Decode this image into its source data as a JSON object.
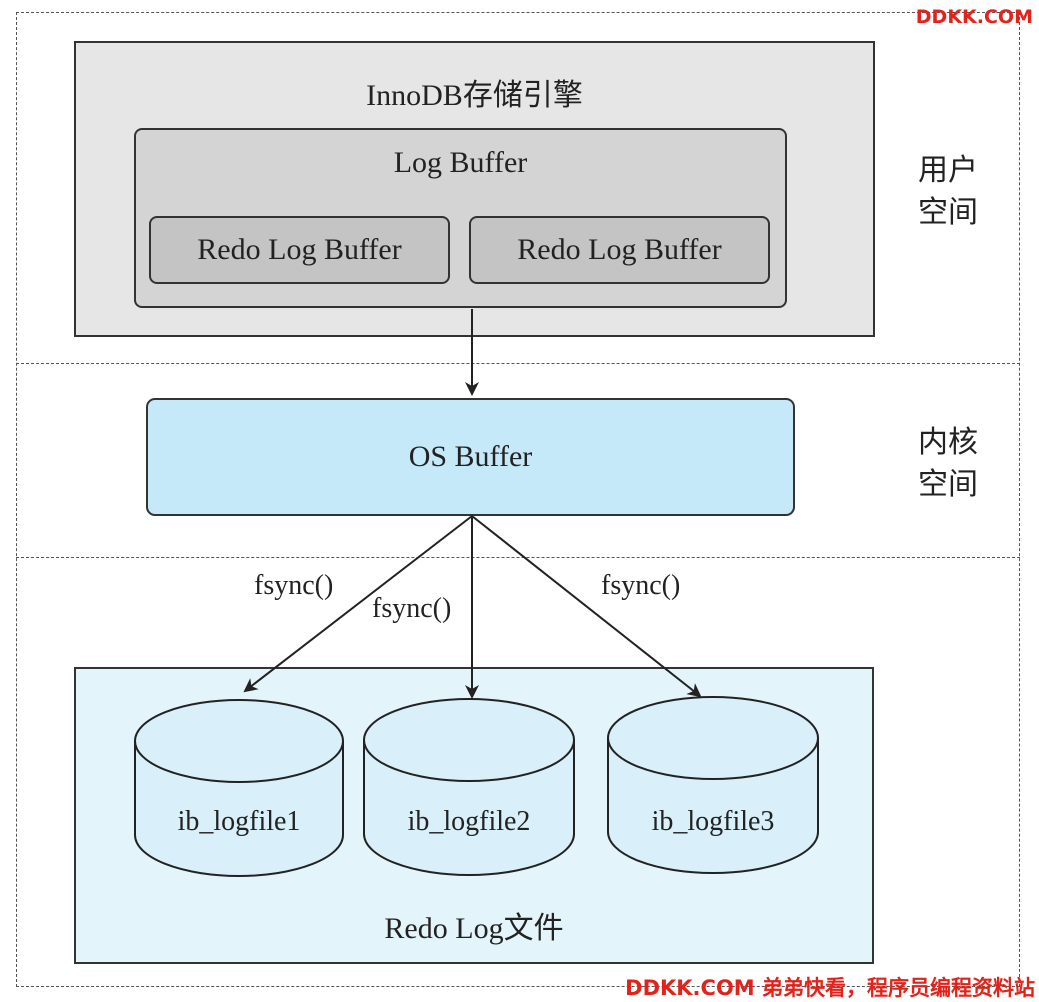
{
  "watermark_top": "DDKK.COM",
  "watermark_bottom": "DDKK.COM 弟弟快看，程序员编程资料站",
  "regions": {
    "user_space": "用户\n空间",
    "kernel_space": "内核\n空间"
  },
  "engine": {
    "title": "InnoDB存储引擎",
    "log_buffer": {
      "title": "Log Buffer",
      "items": [
        "Redo Log Buffer",
        "Redo Log Buffer"
      ]
    }
  },
  "os_buffer": "OS Buffer",
  "fsync": [
    "fsync()",
    "fsync()",
    "fsync()"
  ],
  "redo_log_files": {
    "title": "Redo Log文件",
    "files": [
      "ib_logfile1",
      "ib_logfile2",
      "ib_logfile3"
    ]
  },
  "colors": {
    "engine_bg": "#e6e6e6",
    "log_buffer_bg": "#d4d4d4",
    "redo_buffer_bg": "#c4c4c4",
    "os_buffer_bg": "#c5e9f8",
    "redo_files_bg": "#e4f4fb",
    "cylinder_fill": "#d9f0fa",
    "watermark": "#e1231b"
  }
}
